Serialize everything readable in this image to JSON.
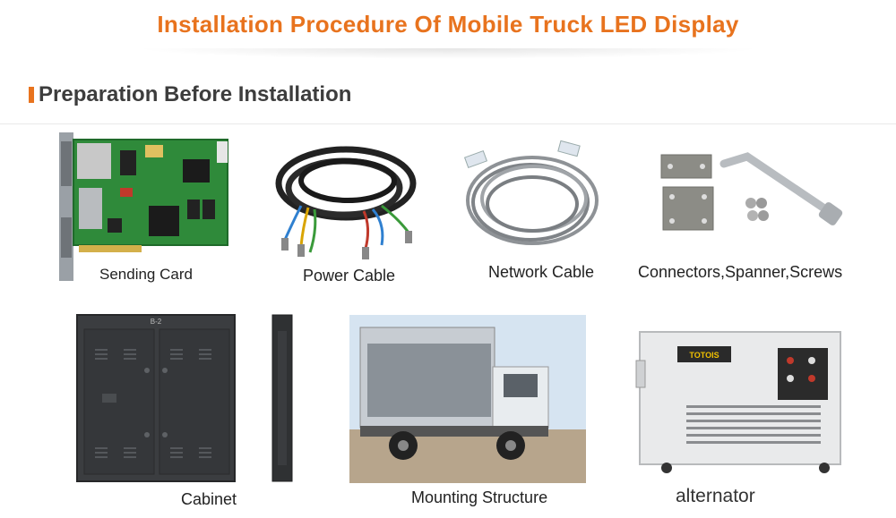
{
  "header": {
    "title": "Installation Procedure Of  Mobile Truck LED Display"
  },
  "section": {
    "title": "Preparation Before Installation"
  },
  "items": [
    {
      "label": "Sending Card",
      "icon": "sending-card-image"
    },
    {
      "label": "Power Cable",
      "icon": "power-cable-image"
    },
    {
      "label": "Network Cable",
      "icon": "network-cable-image"
    },
    {
      "label": "Connectors,Spanner,Screws",
      "icon": "connectors-spanner-screws-image"
    },
    {
      "label": "Cabinet",
      "icon": "cabinet-image"
    },
    {
      "label": "Mounting Structure",
      "icon": "mounting-structure-truck-image"
    },
    {
      "label": "alternator",
      "icon": "alternator-generator-image"
    }
  ],
  "cabinet": {
    "code": "B-2"
  },
  "alternator": {
    "brand": "TOTOIS"
  },
  "colors": {
    "accent": "#e8731e",
    "heading": "#3d3d3d",
    "text": "#222222"
  }
}
